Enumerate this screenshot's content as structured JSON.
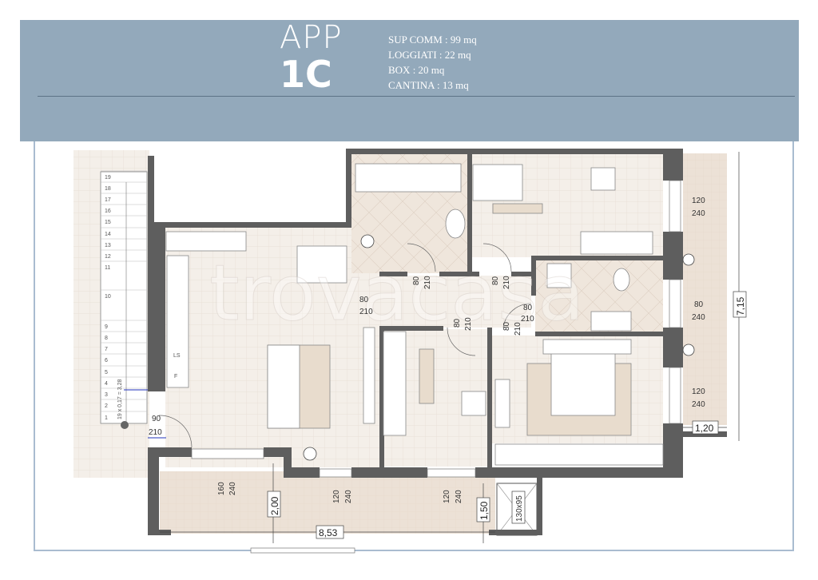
{
  "header": {
    "app_word": "APP",
    "app_code": "1C",
    "specs": [
      "SUP COMM : 99 mq",
      "LOGGIATI : 22 mq",
      "BOX : 20 mq",
      "CANTINA : 13 mq"
    ],
    "background_color": "#93a9bb"
  },
  "watermark": "trovacasa",
  "plan": {
    "stairs": {
      "steps": [
        "1",
        "2",
        "3",
        "4",
        "5",
        "6",
        "7",
        "8",
        "9",
        "10",
        "11",
        "12",
        "13",
        "14",
        "15",
        "16",
        "17",
        "18",
        "19"
      ],
      "formula": "19 x 0,17 = 3,28"
    },
    "entrance_door": {
      "width": "90",
      "height": "210"
    },
    "kitchen_labels": {
      "dishwasher": "LS",
      "fridge": "F"
    },
    "interior_doors": [
      {
        "width": "80",
        "height": "210"
      },
      {
        "width": "80",
        "height": "210"
      },
      {
        "width": "80",
        "height": "210"
      },
      {
        "width": "80",
        "height": "210"
      },
      {
        "width": "80",
        "height": "210"
      },
      {
        "width": "80",
        "height": "210"
      }
    ],
    "right_windows": [
      {
        "width": "120",
        "height": "240"
      },
      {
        "width": "80",
        "height": "240"
      },
      {
        "width": "120",
        "height": "240"
      }
    ],
    "bottom_windows": [
      {
        "width": "160",
        "height": "240"
      },
      {
        "width": "120",
        "height": "240"
      },
      {
        "width": "120",
        "height": "240"
      }
    ],
    "dimensions": {
      "right_loggia_depth": "1,20",
      "right_loggia_length": "7,15",
      "bottom_loggia_depth": "2,00",
      "bottom_loggia_length": "8,53",
      "bottom_loggia_side": "1,50",
      "storage": "130x95"
    }
  }
}
